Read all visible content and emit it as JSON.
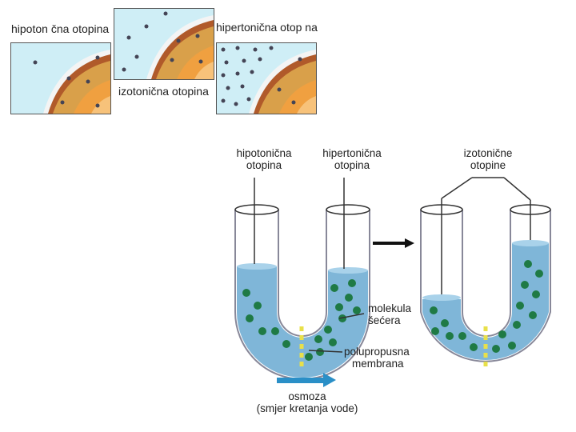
{
  "cells": {
    "hypotonic_label": "hipoton čna otopina",
    "isotonic_label": "izotonična otopina",
    "hypertonic_label": "hipertonična otop na"
  },
  "tube": {
    "left_before_label": "hipotonična",
    "left_before_label2": "otopina",
    "right_before_label": "hipertonična",
    "right_before_label2": "otopina",
    "after_label": "izotonične",
    "after_label2": "otopine",
    "molecule_label": "molekula",
    "molecule_label2": "šećera",
    "membrane_label": "polupropusna",
    "membrane_label2": "membrana",
    "osmosis_label": "osmoza",
    "osmosis_label2": "(smjer kretanja vode)"
  },
  "colors": {
    "solution_bg": "#cfeef6",
    "cell_orange": "#e8932e",
    "cell_inner": "#f7b35a",
    "water": "#7fb6d8",
    "sugar": "#1f7a45",
    "arrow_blue": "#2a8fc7"
  }
}
